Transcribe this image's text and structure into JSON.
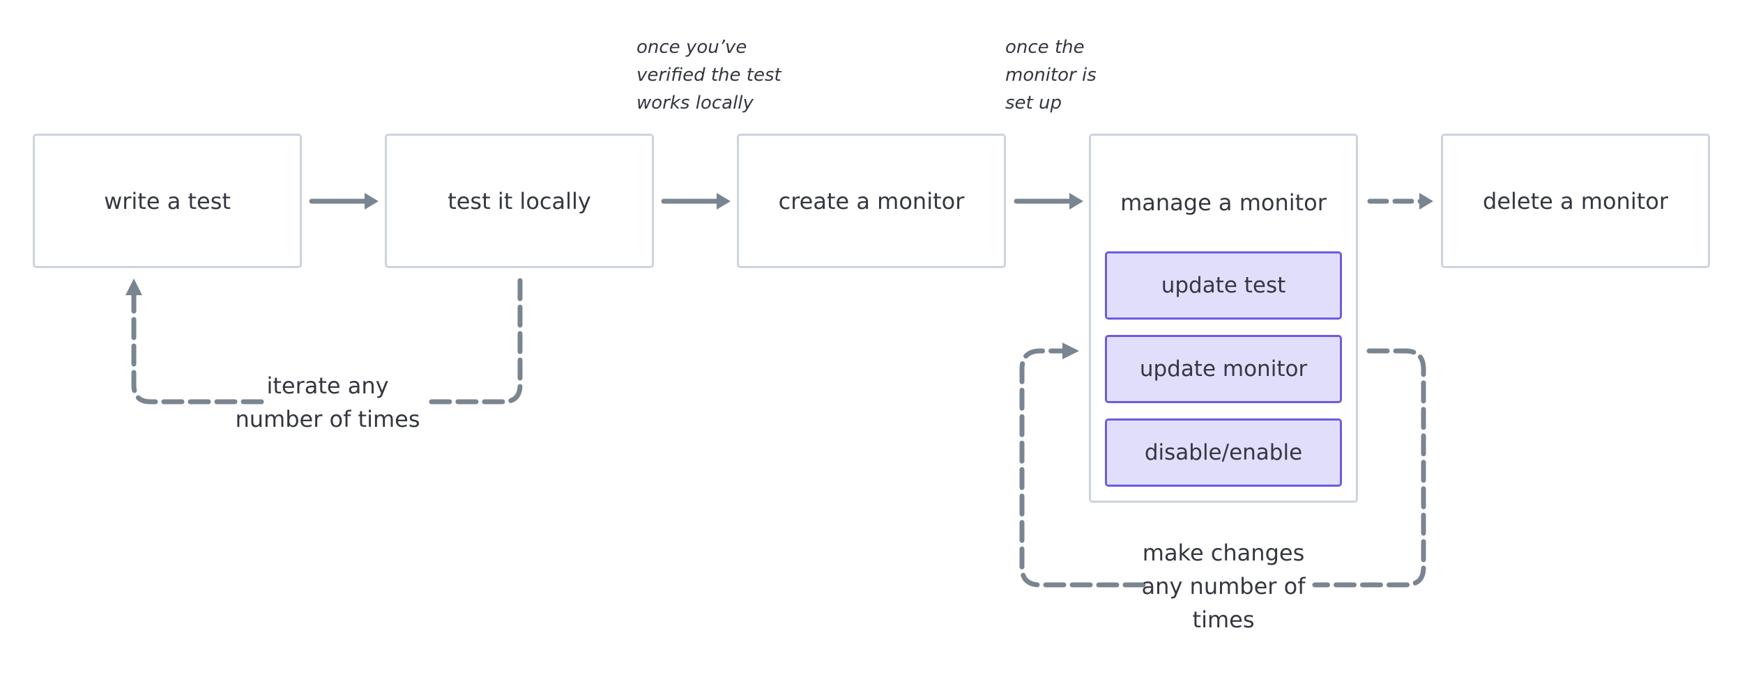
{
  "steps": {
    "write_test": "write a test",
    "test_locally": "test it locally",
    "create_monitor": "create a monitor",
    "manage_monitor": "manage a monitor",
    "delete_monitor": "delete a monitor"
  },
  "manage_actions": {
    "update_test": "update test",
    "update_monitor": "update monitor",
    "disable_enable": "disable/enable"
  },
  "notes": {
    "after_local": [
      "once you’ve",
      "verified the test",
      "works locally"
    ],
    "after_monitor": [
      "once the",
      "monitor is",
      "set up"
    ]
  },
  "loops": {
    "local_iterate": [
      "iterate any",
      "number of times"
    ],
    "manage_iterate": [
      "make changes",
      "any number of",
      "times"
    ]
  },
  "colors": {
    "box_border": "#cdd4dd",
    "action_border": "#6b5be0",
    "action_fill": "#e0defa",
    "arrow": "#7a8592",
    "text": "#343741"
  }
}
